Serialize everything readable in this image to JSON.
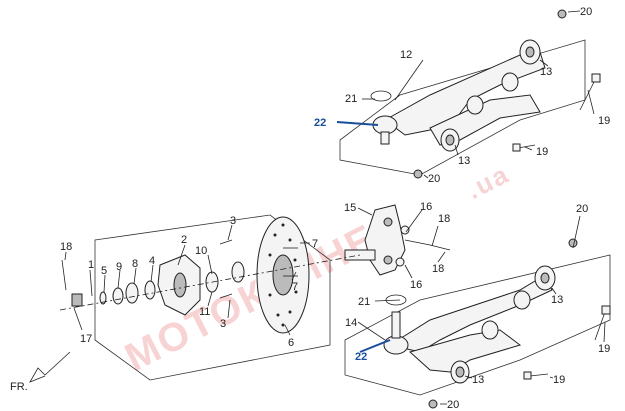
{
  "watermark": {
    "text": "МОТОКОЛНЕ",
    "suffix": ".ua",
    "color": "#e03a3a"
  },
  "direction_label": "FR.",
  "highlight_color": "#1a4e9c",
  "callouts": {
    "c1": "1",
    "c2": "2",
    "c3a": "3",
    "c3b": "3",
    "c4": "4",
    "c5": "5",
    "c6": "6",
    "c7a": "7",
    "c7b": "7",
    "c8": "8",
    "c9": "9",
    "c10": "10",
    "c11": "11",
    "c12": "12",
    "c13a": "13",
    "c13b": "13",
    "c13c": "13",
    "c13d": "13",
    "c14": "14",
    "c15": "15",
    "c16a": "16",
    "c16b": "16",
    "c17": "17",
    "c18a": "18",
    "c18b": "18",
    "c18c": "18",
    "c19a": "19",
    "c19b": "19",
    "c19c": "19",
    "c19d": "19",
    "c20a": "20",
    "c20b": "20",
    "c20c": "20",
    "c20d": "20",
    "c21a": "21",
    "c21b": "21",
    "c22a": "22",
    "c22b": "22"
  }
}
